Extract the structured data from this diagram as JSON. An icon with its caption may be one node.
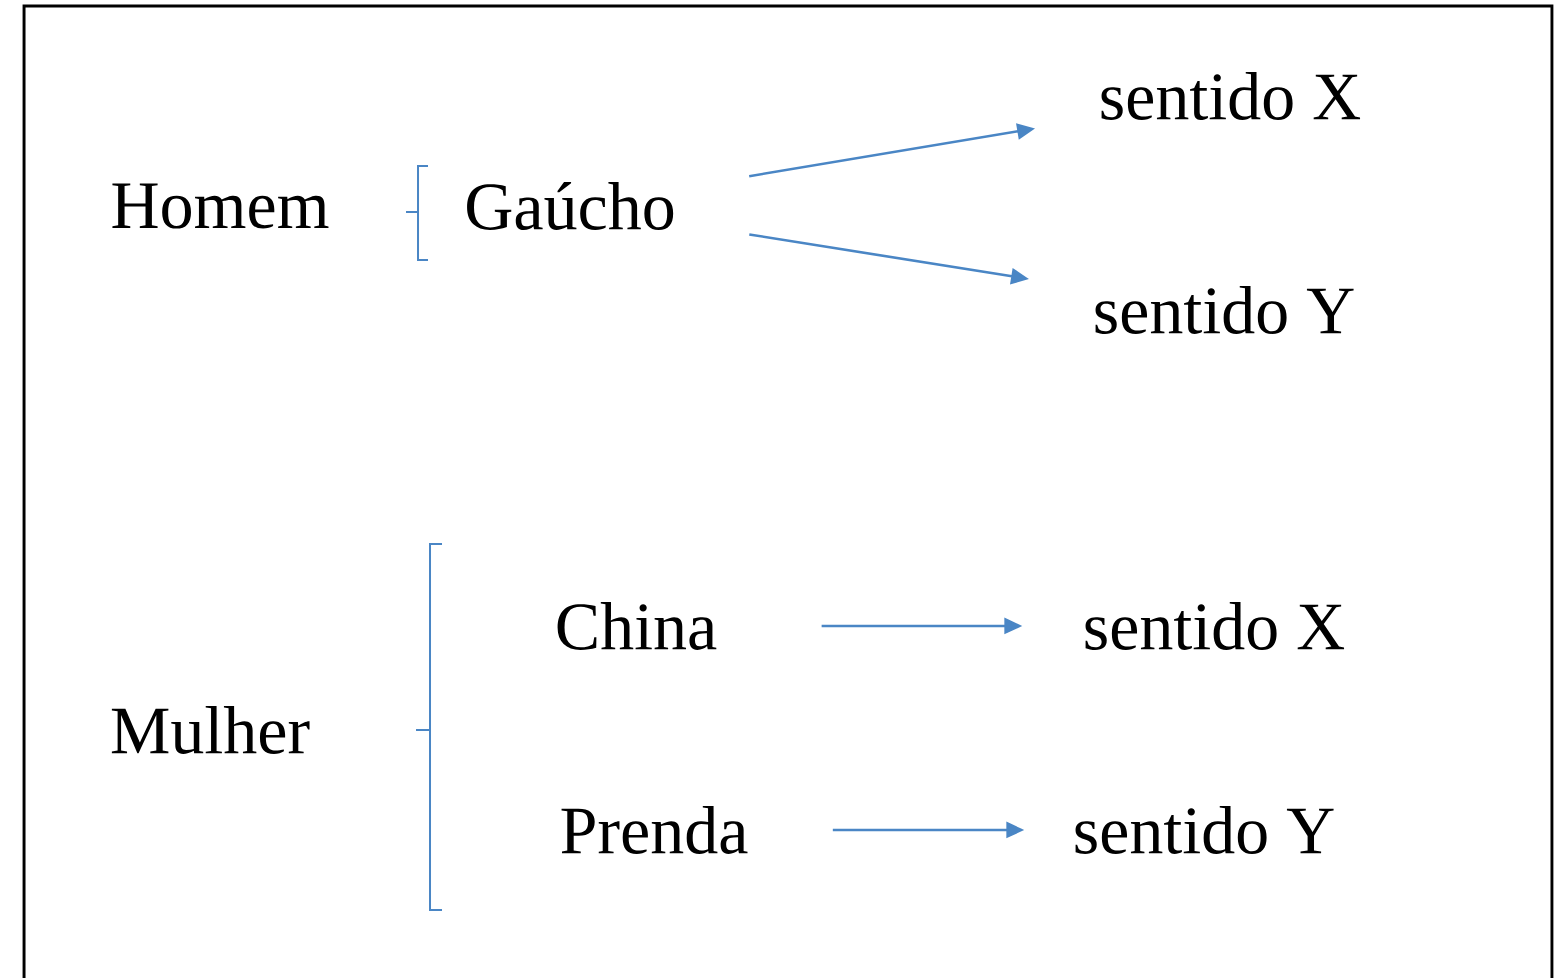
{
  "diagram": {
    "nodes": [
      {
        "text": [
          "Homem"
        ]
      },
      {
        "text": [
          "Gaúcho"
        ]
      },
      {
        "text": [
          "sentido X"
        ]
      },
      {
        "text": [
          "sentido Y"
        ]
      },
      {
        "text": [
          "Mulher"
        ]
      },
      {
        "text": [
          "China"
        ]
      },
      {
        "text": [
          "sentido X"
        ]
      },
      {
        "text": [
          "Prenda"
        ]
      },
      {
        "text": [
          "sentido Y"
        ]
      }
    ],
    "edges": [
      {
        "from": 1,
        "to": 2,
        "arrow": "to"
      },
      {
        "from": 1,
        "to": 3,
        "arrow": "to"
      },
      {
        "from": 5,
        "to": 6,
        "arrow": "to"
      },
      {
        "from": 7,
        "to": 8,
        "arrow": "to"
      }
    ]
  }
}
